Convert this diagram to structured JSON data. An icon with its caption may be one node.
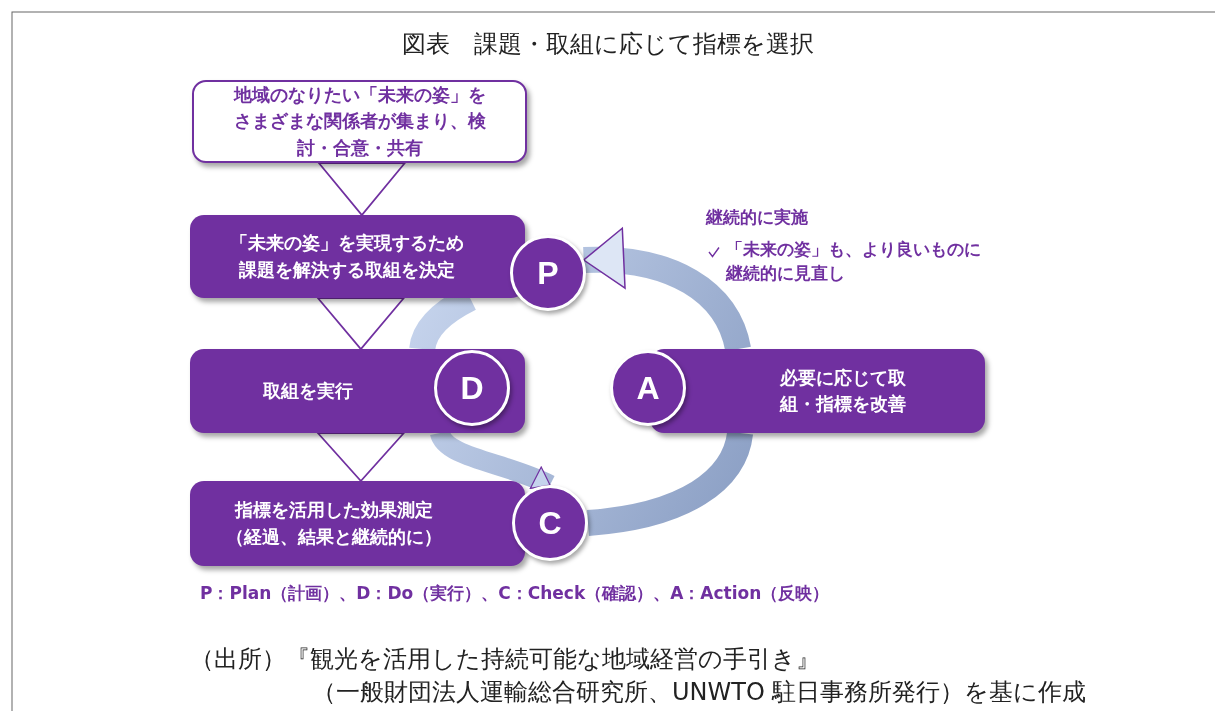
{
  "diagram": {
    "title": "図表　課題・取組に応じて指標を選択",
    "nodes": [
      {
        "text": [
          "地域のなりたい「未来の姿」をさまざまな関係者が集まり、検討・合意・共有"
        ]
      },
      {
        "text": [
          "「未来の姿」を実現するため課題を解決する取組を決定"
        ]
      },
      {
        "text": [
          "P"
        ]
      },
      {
        "text": [
          "取組を実行"
        ]
      },
      {
        "text": [
          "D"
        ],
        "in": 3
      },
      {
        "text": [
          "指標を活用した効果測定（経過、結果と継続的に）"
        ]
      },
      {
        "text": [
          "C"
        ]
      },
      {
        "text": [
          "必要に応じて取組・指標を改善"
        ]
      },
      {
        "text": [
          "A"
        ]
      }
    ],
    "edges": [
      {
        "from": 0,
        "to": 1,
        "arrow": "to"
      },
      {
        "from": 1,
        "to": 3,
        "arrow": "to"
      },
      {
        "from": 3,
        "to": 5,
        "arrow": "to"
      },
      {
        "from": 1,
        "to": 3,
        "arrow": "none"
      },
      {
        "from": 3,
        "to": 6,
        "arrow": "to"
      },
      {
        "from": 6,
        "to": 7,
        "arrow": "none"
      },
      {
        "from": 7,
        "to": 2,
        "arrow": "to"
      }
    ],
    "labels": [
      "継続的に実施",
      "「未来の姿」も、より良いものに継続的に見直し",
      "P：Plan（計画）、D：Do（実行）、C：Check（確認）、A：Action（反映）",
      "（出所）『観光を活用した持続可能な地域経営の手引き』",
      "（一般財団法人運輸総合研究所、UNWTO 駐日事務所発行）を基に作成"
    ]
  }
}
